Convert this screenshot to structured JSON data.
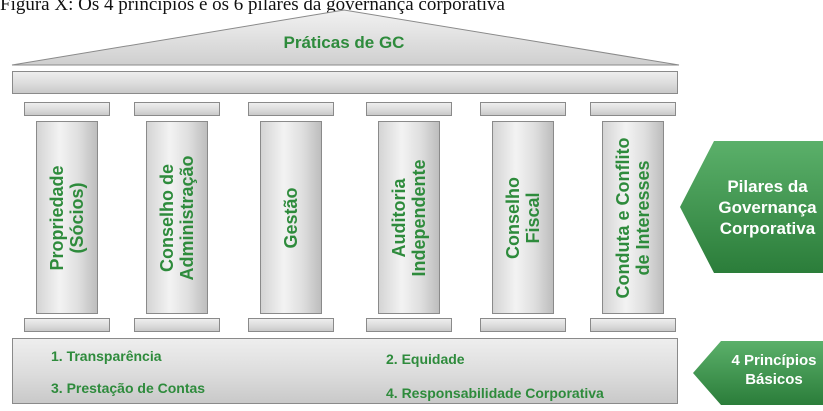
{
  "caption": "Figura X: Os 4 princípios e os 6 pilares da governança corporativa",
  "roof_title": "Práticas de GC",
  "pillars": [
    {
      "line1": "Propriedade",
      "line2": "(Sócios)"
    },
    {
      "line1": "Conselho de",
      "line2": "Administração"
    },
    {
      "line1": "Gestão",
      "line2": ""
    },
    {
      "line1": "Auditoria",
      "line2": "Independente"
    },
    {
      "line1": "Conselho",
      "line2": "Fiscal"
    },
    {
      "line1": "Conduta e Conflito",
      "line2": "de Interesses"
    }
  ],
  "principles": [
    "1. Transparência",
    "2. Equidade",
    "3. Prestação de Contas",
    "4. Responsabilidade Corporativa"
  ],
  "badges": {
    "pillars": {
      "line1": "Pilares da",
      "line2": "Governança",
      "line3": "Corporativa"
    },
    "principles": {
      "line1": "4 Princípios",
      "line2": "Básicos"
    }
  },
  "colors": {
    "accent_green": "#2e8b3c",
    "badge_green": "#2f8f3f",
    "stone_gray": "#dcdcdc"
  }
}
